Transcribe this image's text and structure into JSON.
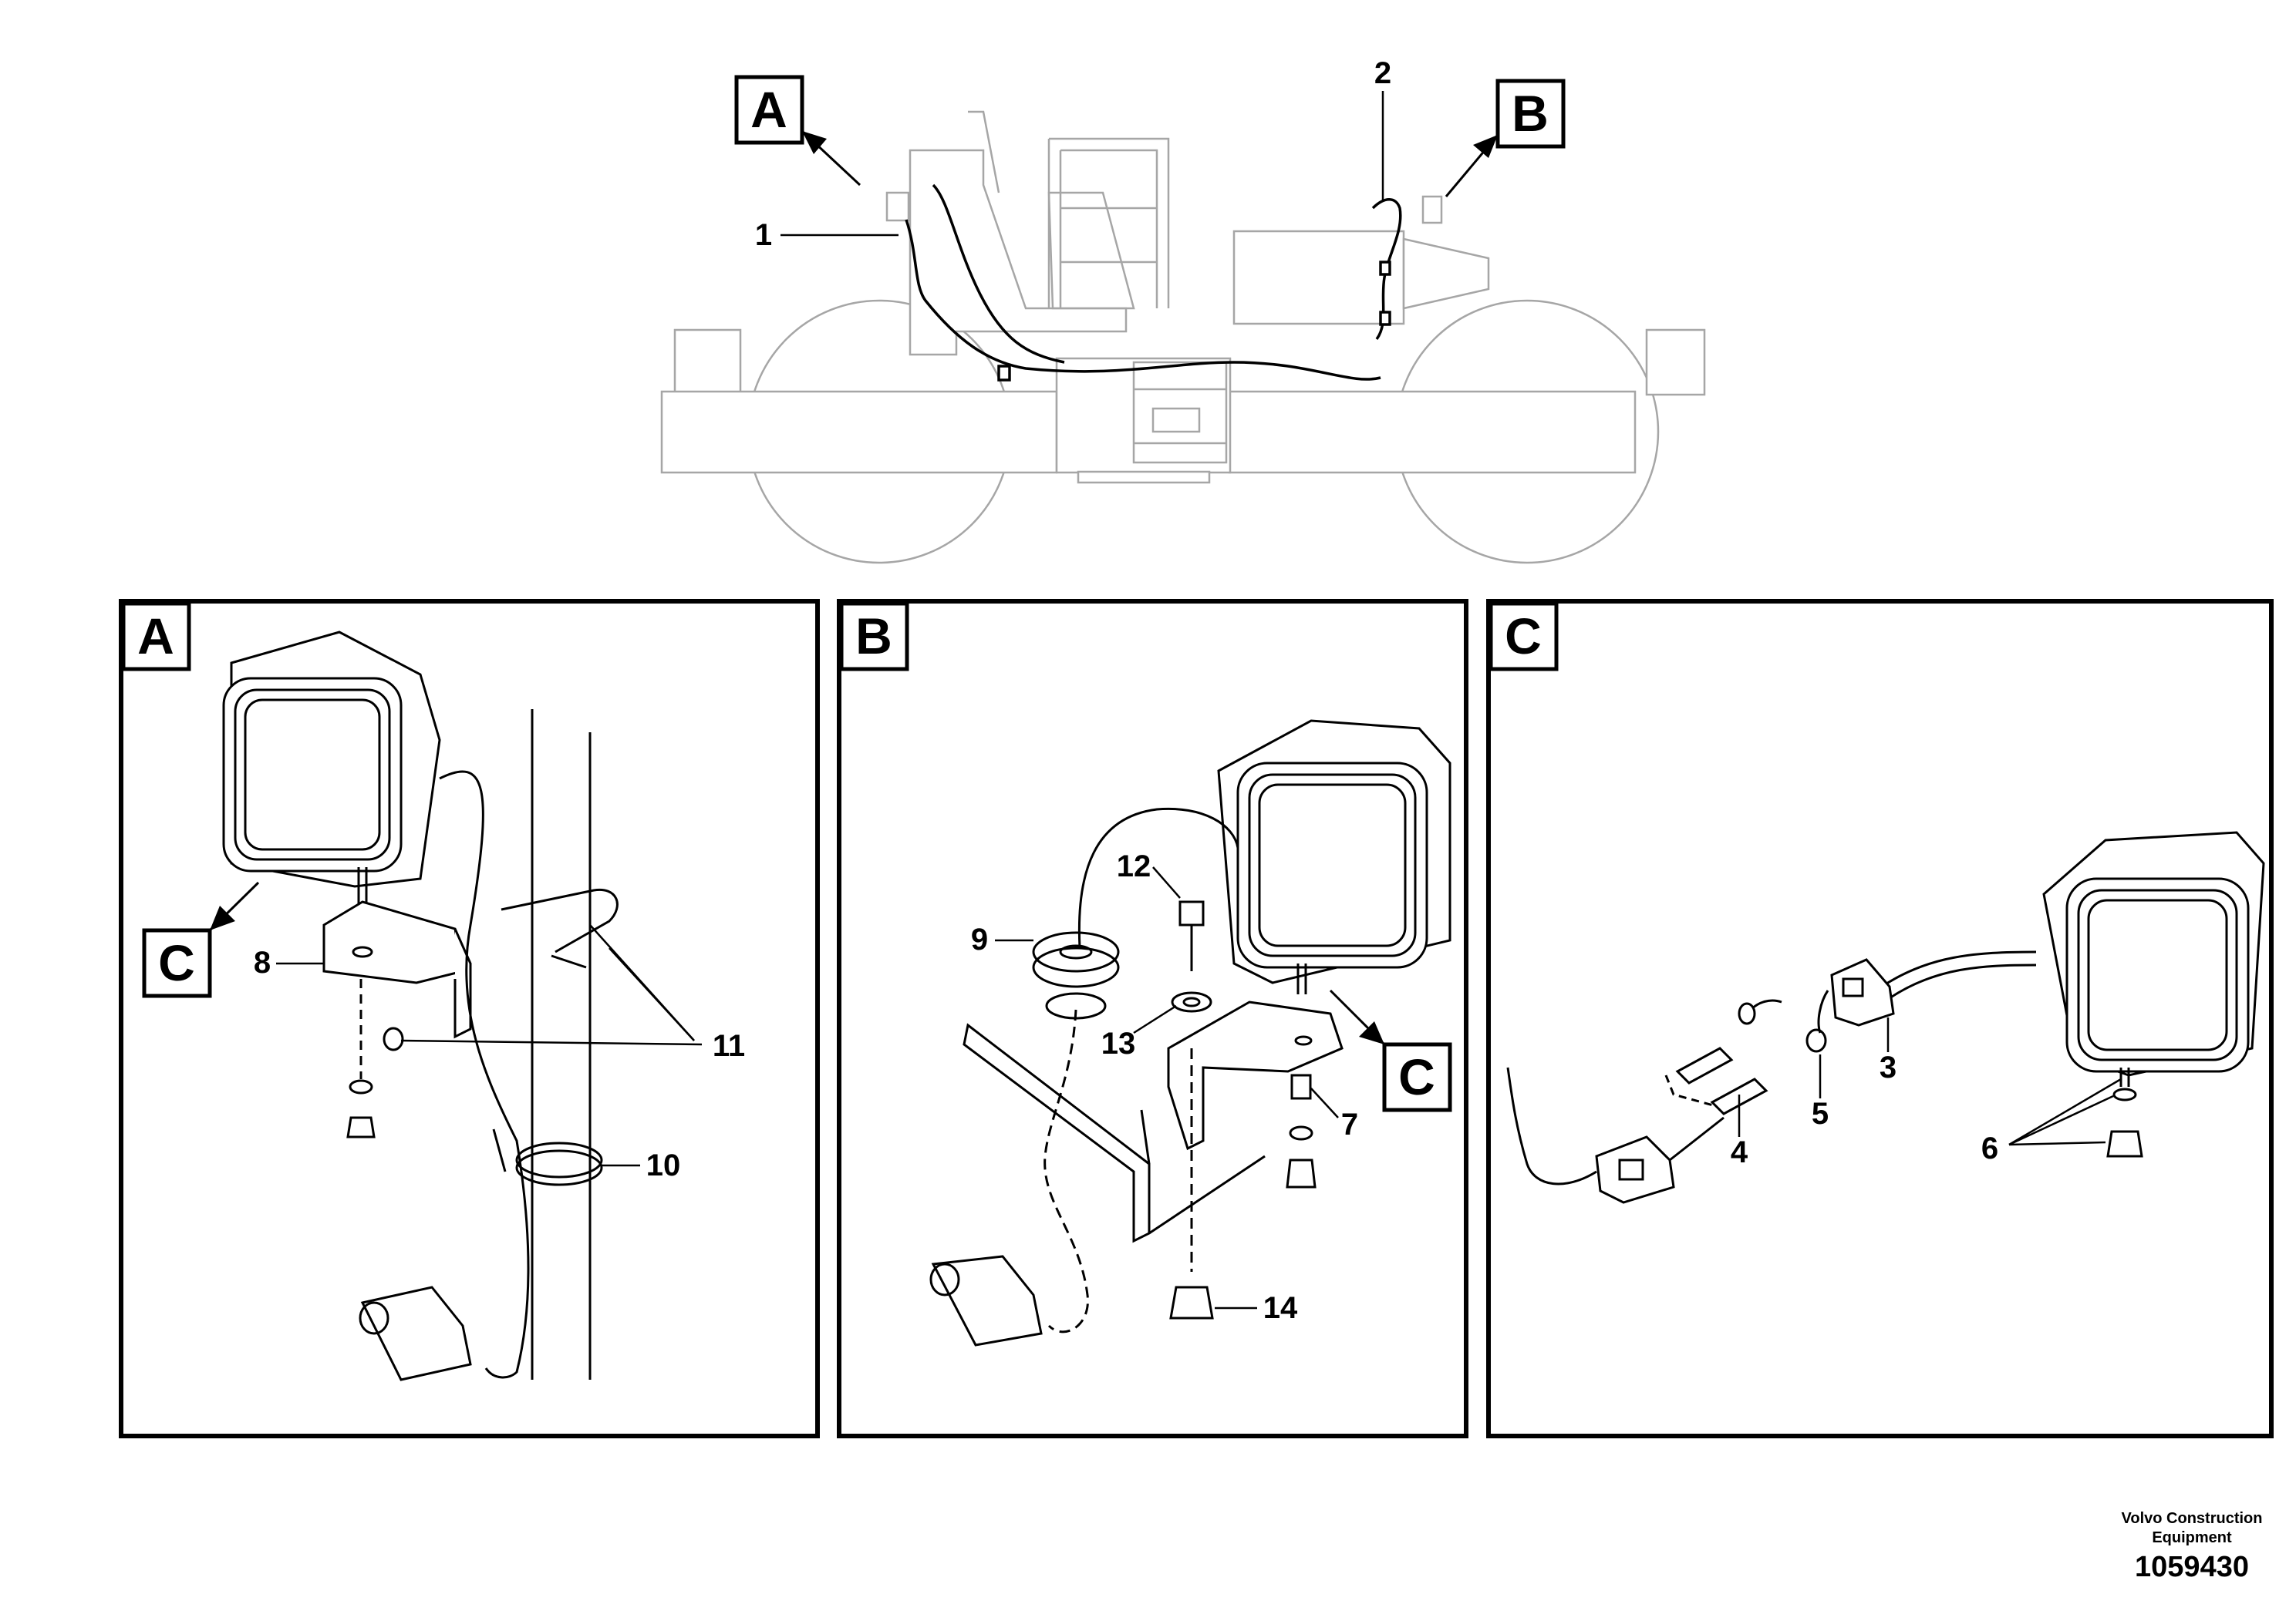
{
  "views": {
    "top_labels": {
      "a": "A",
      "b": "B"
    },
    "panel_a": {
      "label": "A",
      "ref": "C"
    },
    "panel_b": {
      "label": "B",
      "ref": "C"
    },
    "panel_c": {
      "label": "C"
    }
  },
  "callouts": {
    "n1": "1",
    "n2": "2",
    "n3": "3",
    "n4": "4",
    "n5": "5",
    "n6": "6",
    "n7": "7",
    "n8": "8",
    "n9": "9",
    "n10": "10",
    "n11": "11",
    "n12": "12",
    "n13": "13",
    "n14": "14"
  },
  "footer": {
    "company": "Volvo Construction Equipment",
    "drawing_number": "1059430"
  }
}
